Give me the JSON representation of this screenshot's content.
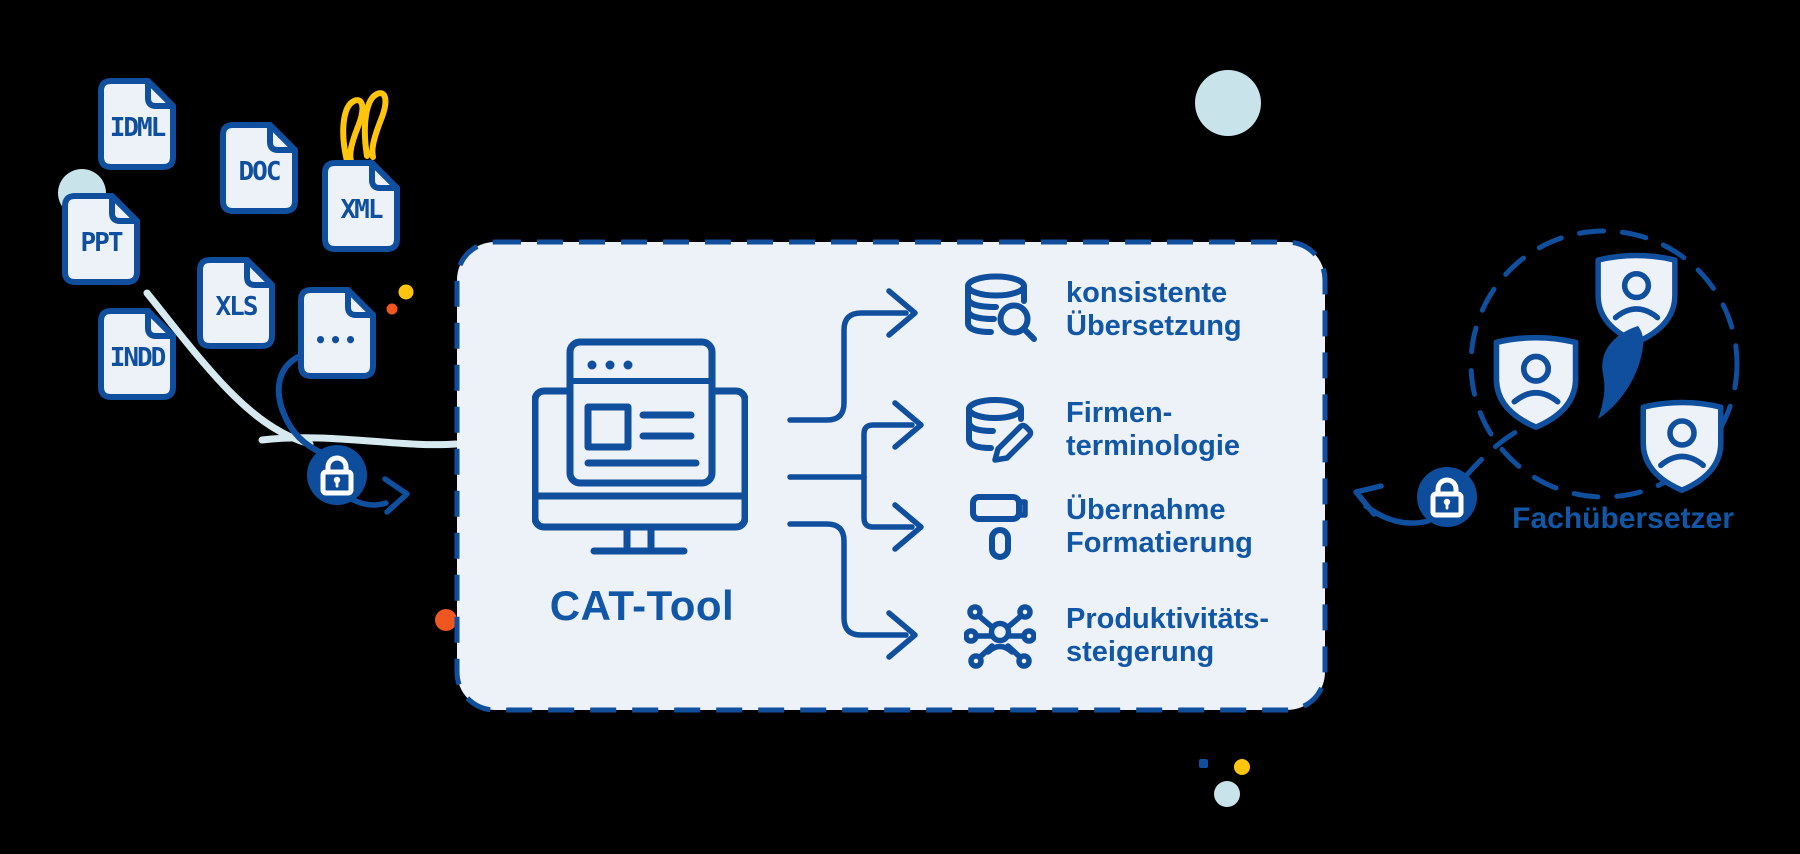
{
  "files": [
    "IDML",
    "DOC",
    "XML",
    "PPT",
    "XLS",
    "INDD",
    "•••"
  ],
  "tool": {
    "label": "CAT-Tool"
  },
  "benefits": [
    {
      "icon": "database-search-icon",
      "line1": "konsistente",
      "line2": "Übersetzung"
    },
    {
      "icon": "database-edit-icon",
      "line1": "Firmen-",
      "line2": "terminologie"
    },
    {
      "icon": "paint-roller-icon",
      "line1": "Übernahme",
      "line2": "Formatierung"
    },
    {
      "icon": "network-people-icon",
      "line1": "Produktivitäts-",
      "line2": "steigerung"
    }
  ],
  "translators": {
    "label": "Fachübersetzer"
  },
  "colors": {
    "blue": "#0F4F9E",
    "textBlue": "#1157A6",
    "boxFill": "#EDF1F8",
    "fileFill": "#EDF2F9",
    "lightCircle": "#C9E3EA",
    "lightLine": "#D6E9EE",
    "yellow": "#FFC40C",
    "orange": "#F0561F",
    "lockBlue": "#0D4D9B",
    "background": "#000000"
  }
}
